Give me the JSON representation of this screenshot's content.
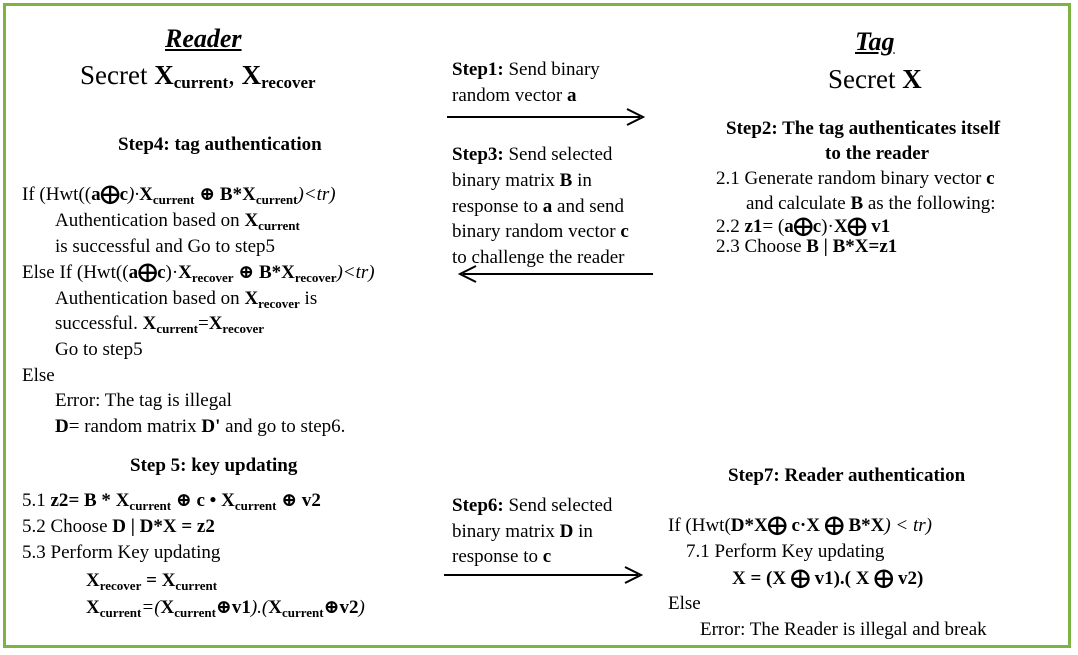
{
  "reader": {
    "title": "Reader",
    "secret_label": "Secret",
    "x_sym": "X",
    "sub_current": "current",
    "sub_recover": "recover",
    "comma": ","
  },
  "tag": {
    "title": "Tag",
    "secret_label": "Secret",
    "x_sym": "X"
  },
  "step1": {
    "label": "Step1:",
    "text1": "Send binary",
    "text2": "random vector",
    "var": "a"
  },
  "step3": {
    "label": "Step3:",
    "text1": "Send selected",
    "text2": "binary matrix",
    "var_b": "B",
    "text2b": "in",
    "text3": "response to",
    "var_a": "a",
    "text3b": "and send",
    "text4": "binary random vector",
    "var_c": "c",
    "text5": "to challenge the reader"
  },
  "step2": {
    "title1": "Step2: The tag authenticates itself",
    "title2": "to the reader",
    "l1a": "2.1 Generate random binary vector",
    "l1b": "c",
    "l2a": "and calculate",
    "l2b": "B",
    "l2c": "as the following:",
    "l3a": "2.2",
    "l3b": "z1",
    "l3c": "= (",
    "l3d": "a⨁c",
    "l3e": ")·",
    "l3f": "X⨁ v1",
    "l4a": "2.3 Choose",
    "l4b": "B | B*X=z1"
  },
  "step4": {
    "title": "Step4: tag authentication",
    "if1_a": "If (Hwt((",
    "if1_b": "a⨁c",
    "if1_c": ")·",
    "if1_d": "⊕ B*",
    "if1_e": ")<tr)",
    "auth1_a": "Authentication based on",
    "auth1_b": "is successful and Go to step5",
    "elseif_a": "Else If (Hwt((",
    "elseif_c": ")·",
    "elseif_d": "⊕ B*",
    "elseif_e": ")<tr)",
    "auth2_a": "Authentication based on",
    "auth2_b": "is",
    "auth2_c": "successful.",
    "auth2_d": "=",
    "goto": "Go to step5",
    "else": "Else",
    "err": "Error: The tag is illegal",
    "d_a": "D",
    "d_b": "= random matrix",
    "d_c": "D'",
    "d_d": "and go to step6."
  },
  "step5": {
    "title": "Step 5: key updating",
    "l1a": "5.1",
    "l1b": "z2",
    "l1c": "= B *",
    "l1d": "⊕ c •",
    "l1e": "⊕ v2",
    "l2a": "5.2 Choose",
    "l2b": "D | D*X = z2",
    "l3": "5.3 Perform Key updating",
    "l4b": "=",
    "l5b": "=(",
    "l5c": "⊕v1",
    "l5d": ").(",
    "l5e": "⊕v2",
    "l5f": ")"
  },
  "step6": {
    "label": "Step6:",
    "text1": "Send selected",
    "text2": "binary matrix",
    "var_d": "D",
    "text2b": "in",
    "text3": "response to",
    "var_c": "c"
  },
  "step7": {
    "title": "Step7: Reader authentication",
    "l1a": "If (Hwt(",
    "l1b": "D*X⨁ c·X ⨁ B*X",
    "l1c": ") < tr)",
    "l2": "7.1 Perform Key updating",
    "l3": "X = (X ⨁ v1).( X ⨁ v2)",
    "else": "Else",
    "err": "Error: The Reader is illegal and break"
  },
  "colors": {
    "border": "#7cb342"
  }
}
